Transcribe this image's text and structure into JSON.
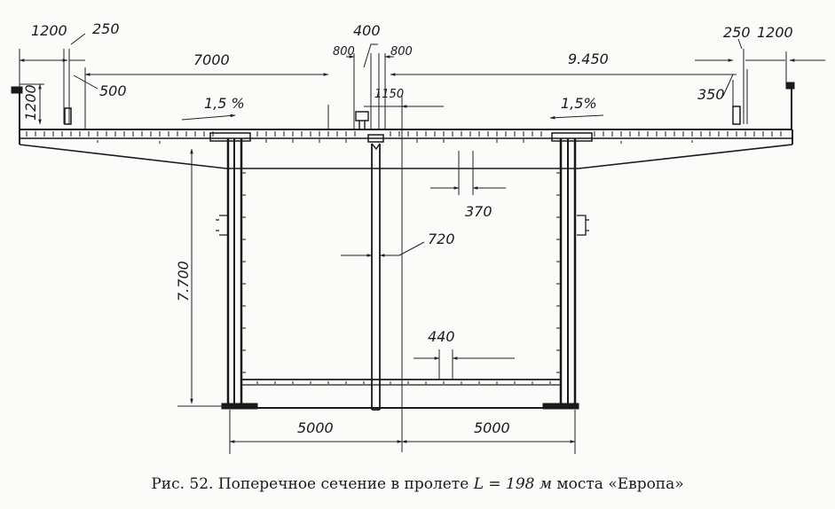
{
  "figure": {
    "dimensions": {
      "d1200_left": "1200",
      "d250_left": "250",
      "d7000": "7000",
      "d400": "400",
      "d800_left": "800",
      "d800_right": "800",
      "d9450": "9.450",
      "d250_right": "250",
      "d1200_right": "1200",
      "d500": "500",
      "d1200_vert": "1200",
      "d1150": "1150",
      "d350": "350",
      "slope_left": "1,5 %",
      "slope_right": "1,5%",
      "d370": "370",
      "d720": "720",
      "d7700": "7.700",
      "d440": "440",
      "d5000_left": "5000",
      "d5000_right": "5000"
    },
    "caption": {
      "prefix": "Рис. 52. Поперечное сечение в пролете",
      "formula": "L = 198 м",
      "suffix": "моста «Европа»"
    }
  }
}
